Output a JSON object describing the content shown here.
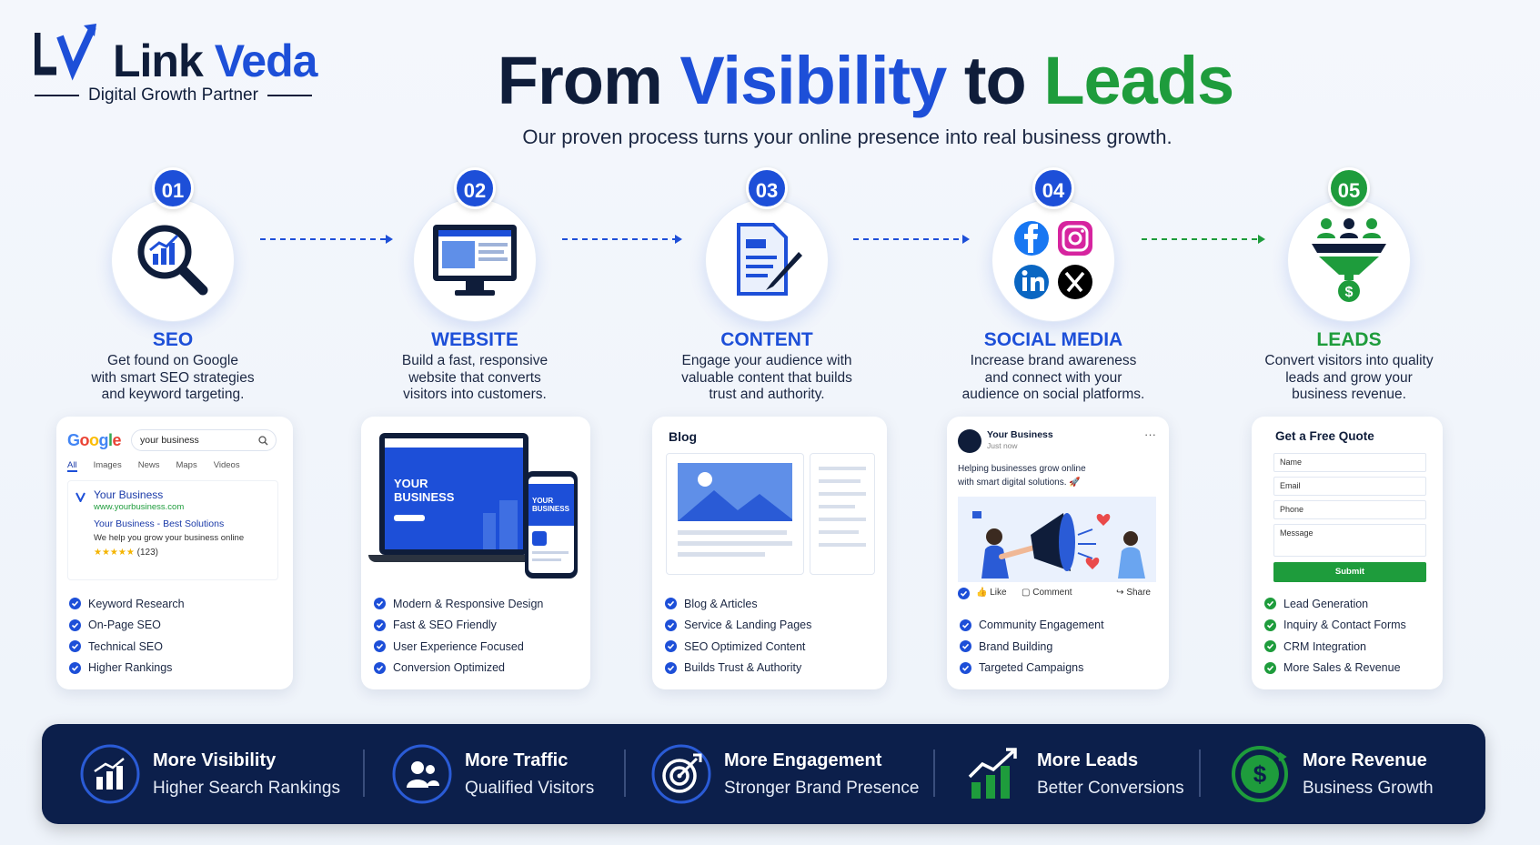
{
  "logo": {
    "mark": "LV",
    "name_part1": "Link",
    "name_part2": "Veda",
    "tagline": "Digital Growth Partner"
  },
  "header": {
    "title_part1": "From",
    "title_part2": "Visibility",
    "title_part3": "to",
    "title_part4": "Leads",
    "subtitle": "Our proven process turns your online presence into real business growth."
  },
  "colors": {
    "primary_blue": "#1d4fd8",
    "accent_green": "#1e9c3c",
    "dark_navy": "#0c1f4b"
  },
  "steps": [
    {
      "number": "01",
      "name": "SEO",
      "desc_line1": "Get found on Google",
      "desc_line2": "with smart SEO strategies",
      "desc_line3": "and keyword targeting.",
      "icon": "magnifier-chart-icon"
    },
    {
      "number": "02",
      "name": "WEBSITE",
      "desc_line1": "Build a fast, responsive",
      "desc_line2": "website that converts",
      "desc_line3": "visitors into customers.",
      "icon": "monitor-icon"
    },
    {
      "number": "03",
      "name": "CONTENT",
      "desc_line1": "Engage your audience with",
      "desc_line2": "valuable content that builds",
      "desc_line3": "trust and authority.",
      "icon": "document-pen-icon"
    },
    {
      "number": "04",
      "name": "SOCIAL MEDIA",
      "desc_line1": "Increase brand awareness",
      "desc_line2": "and connect with your",
      "desc_line3": "audience on social platforms.",
      "icon": "social-icons"
    },
    {
      "number": "05",
      "name": "LEADS",
      "desc_line1": "Convert visitors into quality",
      "desc_line2": "leads and grow your",
      "desc_line3": "business revenue.",
      "icon": "funnel-icon"
    }
  ],
  "seo_card": {
    "google": "Google",
    "search_value": "your business",
    "tabs": [
      "All",
      "Images",
      "News",
      "Maps",
      "Videos"
    ],
    "result_title": "Your Business",
    "result_url": "www.yourbusiness.com",
    "result_sub_title": "Your Business - Best Solutions",
    "result_snippet": "We help you grow your business online",
    "rating_stars": "★★★★★",
    "rating_count": "(123)",
    "features": [
      "Keyword Research",
      "On-Page SEO",
      "Technical SEO",
      "Higher Rankings"
    ]
  },
  "website_card": {
    "laptop_headline_1": "YOUR",
    "laptop_headline_2": "BUSINESS",
    "phone_headline_1": "YOUR",
    "phone_headline_2": "BUSINESS",
    "features": [
      "Modern & Responsive Design",
      "Fast & SEO Friendly",
      "User Experience Focused",
      "Conversion Optimized"
    ]
  },
  "content_card": {
    "title": "Blog",
    "features": [
      "Blog & Articles",
      "Service & Landing Pages",
      "SEO Optimized Content",
      "Builds Trust & Authority"
    ]
  },
  "social_card": {
    "account": "Your Business",
    "time": "Just now",
    "more": "···",
    "post_line1": "Helping businesses grow online",
    "post_line2": "with smart digital solutions. 🚀",
    "like": "Like",
    "comment": "Comment",
    "share": "Share",
    "features": [
      "Community Engagement",
      "Brand Building",
      "Targeted Campaigns"
    ]
  },
  "leads_card": {
    "title": "Get a Free Quote",
    "fields": [
      "Name",
      "Email",
      "Phone",
      "Message"
    ],
    "submit": "Submit",
    "features": [
      "Lead Generation",
      "Inquiry & Contact Forms",
      "CRM Integration",
      "More Sales & Revenue"
    ]
  },
  "bottom_bar": [
    {
      "title": "More Visibility",
      "sub": "Higher Search Rankings",
      "icon": "bar-chart-icon"
    },
    {
      "title": "More Traffic",
      "sub": "Qualified Visitors",
      "icon": "users-icon"
    },
    {
      "title": "More Engagement",
      "sub": "Stronger Brand Presence",
      "icon": "target-icon"
    },
    {
      "title": "More Leads",
      "sub": "Better Conversions",
      "icon": "growth-chart-icon"
    },
    {
      "title": "More Revenue",
      "sub": "Business Growth",
      "icon": "dollar-icon"
    }
  ]
}
